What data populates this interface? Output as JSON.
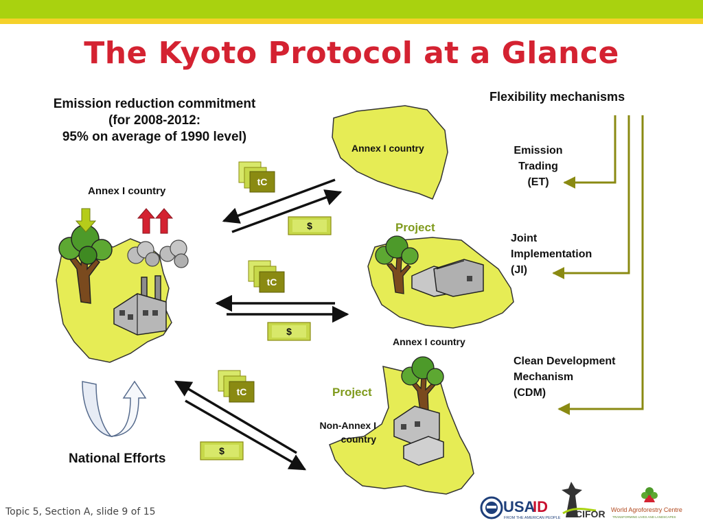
{
  "slide": {
    "title": "The Kyoto Protocol at a Glance",
    "footer": "Topic 5, Section A, slide 9 of 15"
  },
  "commitment": {
    "line1": "Emission reduction commitment",
    "line2": "(for 2008-2012:",
    "line3": "95% on average of 1990 level)"
  },
  "left": {
    "country_label": "Annex I country",
    "national_efforts": "National Efforts"
  },
  "right_top": {
    "country_label": "Annex I country"
  },
  "right_mid": {
    "project_label": "Project",
    "country_label": "Annex I country"
  },
  "right_bottom": {
    "project_label": "Project",
    "country_line1": "Non-Annex I",
    "country_line2": "country"
  },
  "tokens": {
    "carbon": "tC",
    "money": "$"
  },
  "flexibility": {
    "heading": "Flexibility mechanisms",
    "et": [
      "Emission",
      "Trading",
      "(ET)"
    ],
    "ji": [
      "Joint",
      "Implementation",
      "(JI)"
    ],
    "cdm": [
      "Clean Development",
      "Mechanism",
      "(CDM)"
    ]
  },
  "logos": {
    "usaid": "USAID",
    "usaid_tagline": "FROM THE AMERICAN PEOPLE",
    "cifor": "CIFOR",
    "icraf": "World Agroforestry Centre",
    "icraf_tagline": "TRANSFORMING LIVES AND LANDSCAPES"
  },
  "colors": {
    "title": "#d42231",
    "top_bar": "#a9d20f",
    "accent_bar": "#f5d12a",
    "land": "#e6ec55",
    "olive": "#8a8a12",
    "token_dark": "#8a8a12",
    "token_light": "#d8e86a",
    "arrow_red": "#d42231",
    "arrow_green": "#b5cc1a"
  },
  "icons": [
    "tree-icon",
    "factory-icon",
    "smoke-icon",
    "up-arrow-icon",
    "down-arrow-icon",
    "cycle-arrow-icon"
  ]
}
